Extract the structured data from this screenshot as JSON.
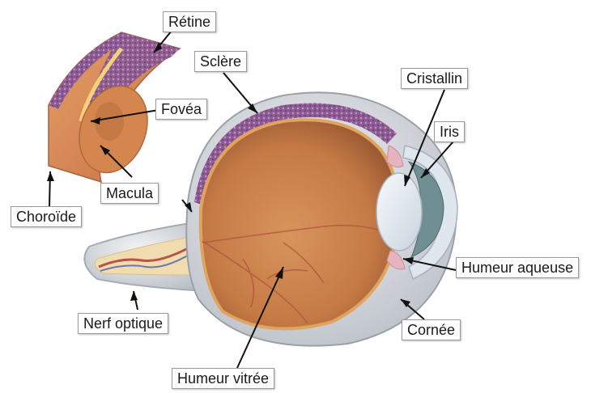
{
  "labels": {
    "retine": "Rétine",
    "sclere": "Sclère",
    "fovea": "Fovéa",
    "cristallin": "Cristallin",
    "iris": "Iris",
    "macula": "Macula",
    "choroide": "Choroïde",
    "humeur_aqueuse": "Humeur aqueuse",
    "nerf_optique": "Nerf optique",
    "cornee": "Cornée",
    "humeur_vitree": "Humeur vitrée"
  },
  "colors": {
    "sclera": "#d9dde3",
    "choroid": "#8a5a8e",
    "retina": "#e9a15e",
    "vitreous": "#cf8a52",
    "lens": "#e8eef5",
    "iris": "#6f8f92",
    "nerve": "#f0dcae"
  }
}
